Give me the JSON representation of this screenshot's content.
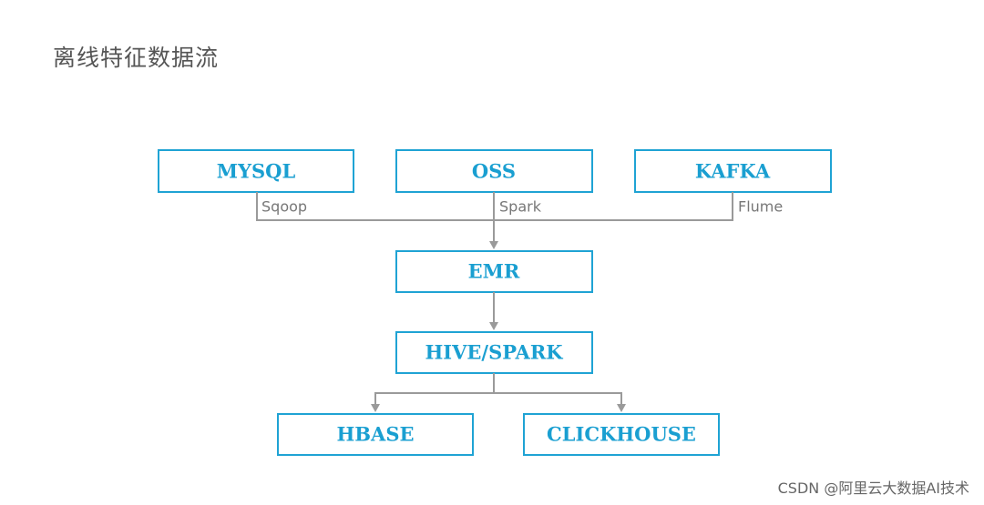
{
  "title": "离线特征数据流",
  "nodes": {
    "mysql": "MYSQL",
    "oss": "OSS",
    "kafka": "KAFKA",
    "emr": "EMR",
    "hive_spark": "HIVE/SPARK",
    "hbase": "HBASE",
    "clickhouse": "CLICKHOUSE"
  },
  "edge_labels": {
    "sqoop": "Sqoop",
    "spark": "Spark",
    "flume": "Flume"
  },
  "watermark": "CSDN @阿里云大数据AI技术",
  "colors": {
    "node_border": "#1fa3d4",
    "node_text": "#1a9fd1",
    "edge": "#9a9a9a"
  }
}
